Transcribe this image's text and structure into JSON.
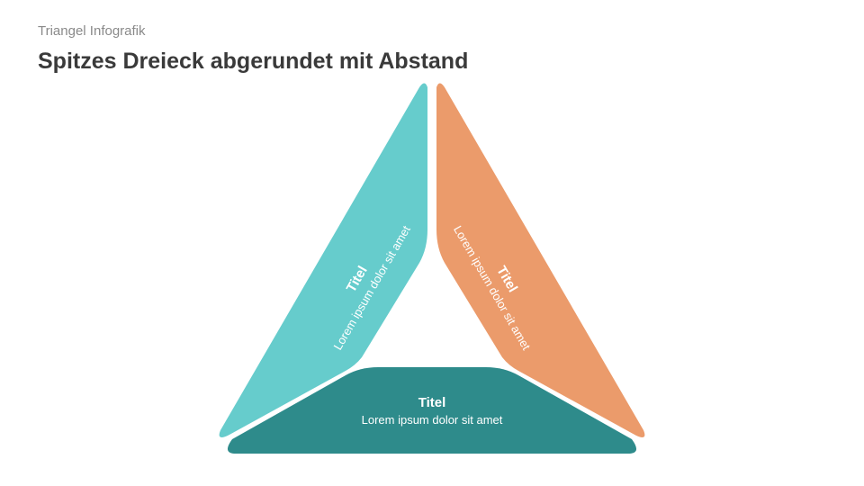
{
  "header": {
    "subtitle": "Triangel Infografik",
    "title": "Spitzes Dreieck abgerundet mit Abstand"
  },
  "segments": [
    {
      "title": "Titel",
      "text": "Lorem ipsum dolor sit amet",
      "color": "#66CCCC"
    },
    {
      "title": "Titel",
      "text": "Lorem ipsum dolor sit amet",
      "color": "#EB9B6B"
    },
    {
      "title": "Titel",
      "text": "Lorem ipsum dolor sit amet",
      "color": "#2E8B8B"
    }
  ]
}
